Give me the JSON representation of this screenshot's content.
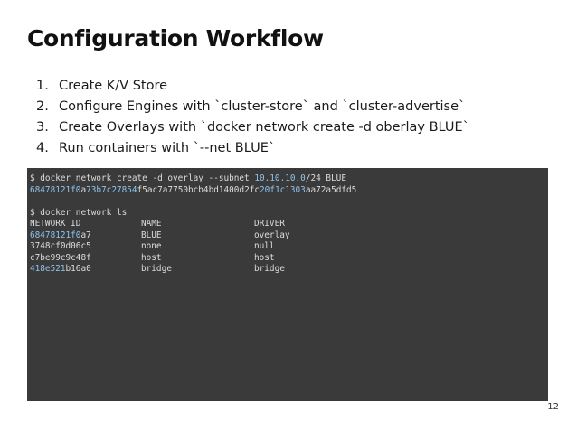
{
  "slide": {
    "title": "Configuration Workflow",
    "page_number": "12"
  },
  "steps": [
    {
      "num": "1.",
      "text": "Create K/V Store"
    },
    {
      "num": "2.",
      "text": "Configure Engines with `cluster-store` and `cluster-advertise`"
    },
    {
      "num": "3.",
      "text": "Create Overlays with `docker network create -d oberlay BLUE`"
    },
    {
      "num": "4.",
      "text": "Run containers with `--net  BLUE`"
    }
  ],
  "terminal": {
    "create_cmd": {
      "prefix": "$ docker network create -d overlay --subnet ",
      "subnet": "10.10.10.0",
      "suffix": "/24 BLUE"
    },
    "network_id_output": [
      {
        "t": "68478121f0",
        "hl": true
      },
      {
        "t": "a",
        "hl": false
      },
      {
        "t": "73b7c27854",
        "hl": true
      },
      {
        "t": "f5ac7a7750bcb4bd1400d2fc",
        "hl": false
      },
      {
        "t": "20f1c1303",
        "hl": true
      },
      {
        "t": "aa72a5dfd5",
        "hl": false
      }
    ],
    "ls_cmd": "$ docker network ls",
    "headers": [
      "NETWORK ID",
      "NAME",
      "DRIVER"
    ],
    "rows": [
      {
        "id_hl": "68478121f0",
        "id_rest": "a7",
        "name": "BLUE",
        "driver": "overlay"
      },
      {
        "id_hl": "",
        "id_rest": "3748cf0d06c5",
        "name": "none",
        "driver": "null"
      },
      {
        "id_hl": "",
        "id_rest": "c7be99c9c48f",
        "name": "host",
        "driver": "host"
      },
      {
        "id_hl": "418e521",
        "id_rest": "b16a0",
        "name": "bridge",
        "driver": "bridge"
      }
    ]
  },
  "colors": {
    "terminal_bg": "#3a3a3a",
    "terminal_text": "#dcdcdc",
    "highlight": "#8fc3ec"
  }
}
